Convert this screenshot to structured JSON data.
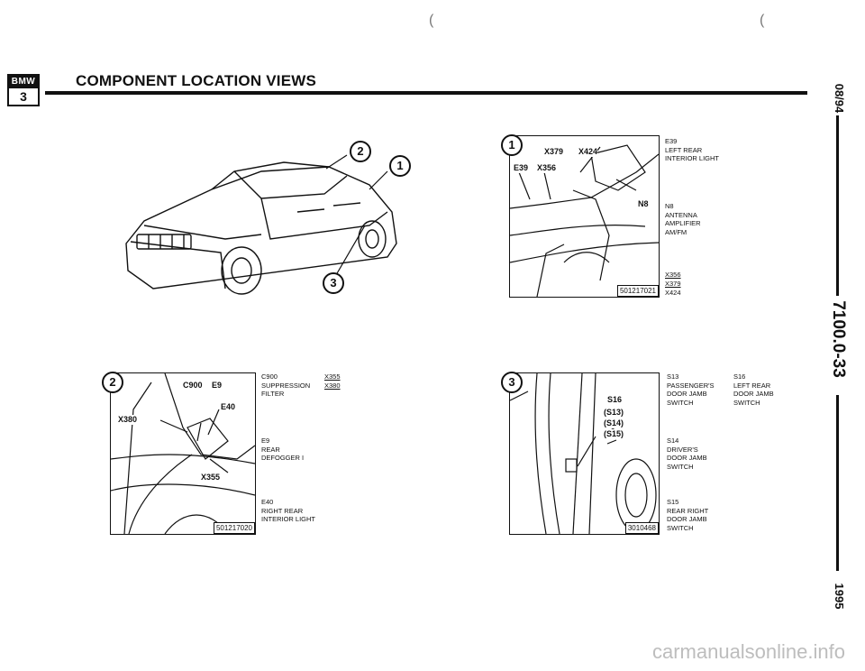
{
  "header": {
    "logo_top": "BMW",
    "logo_bottom": "3",
    "title": "COMPONENT LOCATION VIEWS"
  },
  "side": {
    "date": "08/94",
    "doc_number": "7100.0-33",
    "year": "1995"
  },
  "top_marks": [
    "(",
    "("
  ],
  "car_view": {
    "callouts": [
      "2",
      "1",
      "3"
    ]
  },
  "figure1": {
    "callout": "1",
    "labels": {
      "x379": "X379",
      "x424": "X424",
      "e39": "E39",
      "x356": "X356",
      "n8": "N8"
    },
    "figure_id": "501217021",
    "legend": {
      "e39": "E39\nLEFT REAR\nINTERIOR LIGHT",
      "n8": "N8\nANTENNA\nAMPLIFIER\nAM/FM",
      "connectors": [
        "X356",
        "X379",
        "X424"
      ]
    }
  },
  "figure2": {
    "callout": "2",
    "labels": {
      "c900": "C900",
      "e9": "E9",
      "e40": "E40",
      "x380": "X380",
      "x355": "X355"
    },
    "figure_id": "501217020",
    "legend": {
      "c900": "C900\nSUPPRESSION\nFILTER",
      "connectors": [
        "X355",
        "X380"
      ],
      "e9": "E9\nREAR\nDEFOGGER I",
      "e40": "E40\nRIGHT REAR\nINTERIOR LIGHT"
    }
  },
  "figure3": {
    "callout": "3",
    "labels": {
      "s16": "S16",
      "s13": "(S13)",
      "s14": "(S14)",
      "s15": "(S15)"
    },
    "figure_id": "3010468",
    "legend": {
      "s13": "S13\nPASSENGER'S\nDOOR JAMB\nSWITCH",
      "s16": "S16\nLEFT REAR\nDOOR JAMB\nSWITCH",
      "s14": "S14\nDRIVER'S\nDOOR JAMB\nSWITCH",
      "s15": "S15\nREAR RIGHT\nDOOR JAMB\nSWITCH"
    }
  },
  "watermark": "carmanualsonline.info",
  "colors": {
    "ink": "#111111",
    "watermark": "#bdbdbd"
  }
}
